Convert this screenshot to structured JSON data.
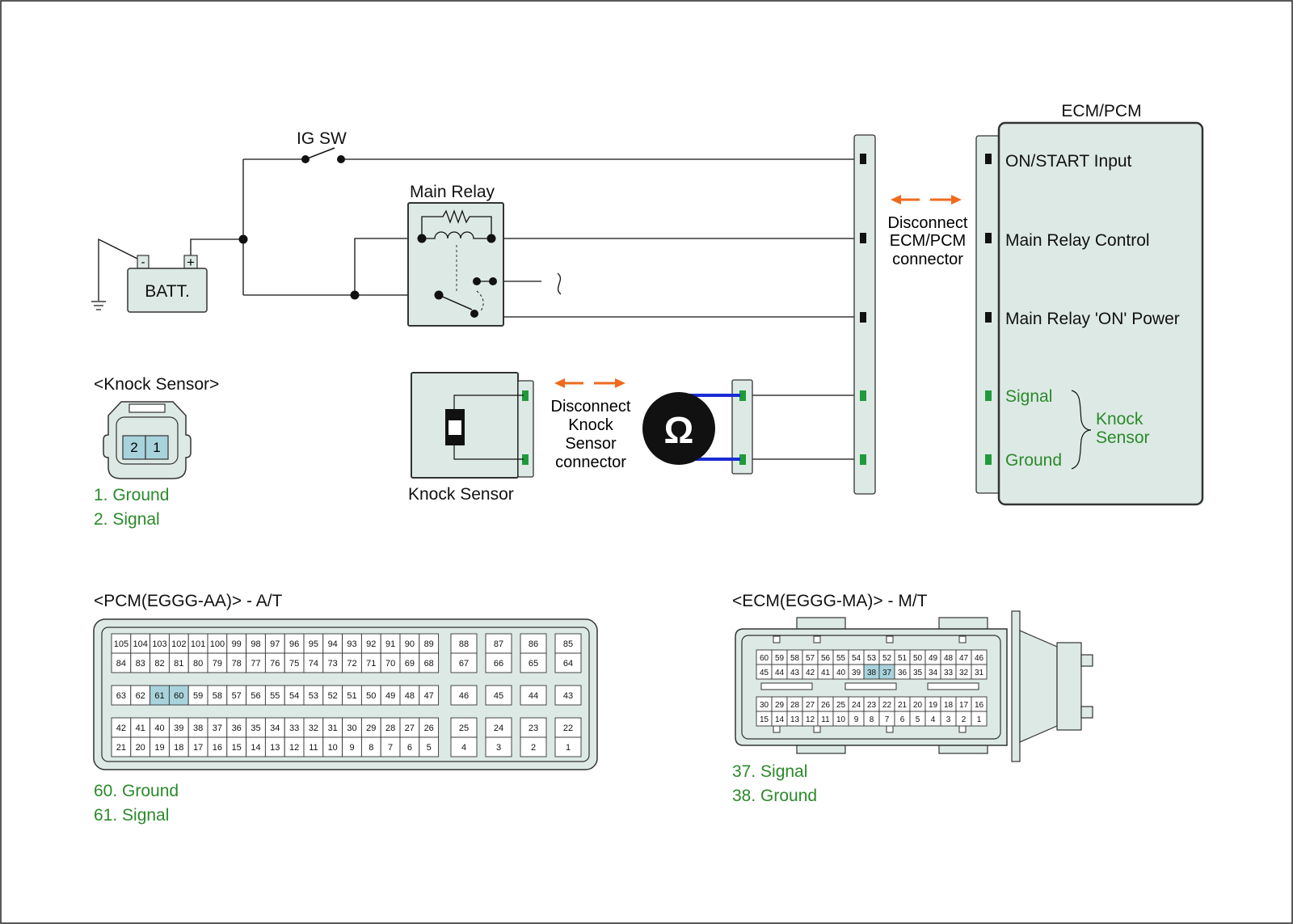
{
  "colors": {
    "panel_fill": "#dde9e5",
    "wire": "#111111",
    "signal_green": "#2a8a2a",
    "arrow_orange": "#ef6a1e",
    "probe_blue": "#1a2bd6",
    "highlight_pin": "#a9d3dc",
    "pin_green": "#1f9a3a"
  },
  "circuit": {
    "ig_sw_label": "IG SW",
    "batt_label": "BATT.",
    "batt_minus": "-",
    "batt_plus": "+",
    "main_relay_label": "Main Relay",
    "knock_sensor_label": "Knock Sensor",
    "ohm_symbol": "Ω",
    "disconnect_ecm": [
      "Disconnect",
      "ECM/PCM",
      "connector"
    ],
    "disconnect_knock": [
      "Disconnect",
      "Knock",
      "Sensor",
      "connector"
    ]
  },
  "ecm": {
    "title": "ECM/PCM",
    "pins": [
      "ON/START Input",
      "Main Relay Control",
      "Main Relay 'ON' Power",
      "Signal",
      "Ground"
    ],
    "group_label": [
      "Knock",
      "Sensor"
    ]
  },
  "knock_connector": {
    "title": "<Knock Sensor>",
    "pin_labels": [
      "2",
      "1"
    ],
    "legend": [
      "1. Ground",
      "2. Signal"
    ]
  },
  "pcm_connector": {
    "title": "<PCM(EGGG-AA)> - A/T",
    "row1_main": [
      "105",
      "104",
      "103",
      "102",
      "101",
      "100",
      "99",
      "98",
      "97",
      "96",
      "95",
      "94",
      "93",
      "92",
      "91",
      "90",
      "89"
    ],
    "row1_side": [
      "88",
      "87",
      "86",
      "85"
    ],
    "row2_main": [
      "84",
      "83",
      "82",
      "81",
      "80",
      "79",
      "78",
      "77",
      "76",
      "75",
      "74",
      "73",
      "72",
      "71",
      "70",
      "69",
      "68"
    ],
    "row2_side": [
      "67",
      "66",
      "65",
      "64"
    ],
    "row3_main": [
      "63",
      "62",
      "61",
      "60",
      "59",
      "58",
      "57",
      "56",
      "55",
      "54",
      "53",
      "52",
      "51",
      "50",
      "49",
      "48",
      "47"
    ],
    "row3_side": [
      "46",
      "45",
      "44",
      "43"
    ],
    "row4_main": [
      "42",
      "41",
      "40",
      "39",
      "38",
      "37",
      "36",
      "35",
      "34",
      "33",
      "32",
      "31",
      "30",
      "29",
      "28",
      "27",
      "26"
    ],
    "row4_side": [
      "25",
      "24",
      "23",
      "22"
    ],
    "row5_main": [
      "21",
      "20",
      "19",
      "18",
      "17",
      "16",
      "15",
      "14",
      "13",
      "12",
      "11",
      "10",
      "9",
      "8",
      "7",
      "6",
      "5"
    ],
    "row5_side": [
      "4",
      "3",
      "2",
      "1"
    ],
    "highlighted": [
      "61",
      "60"
    ],
    "legend": [
      "60. Ground",
      "61. Signal"
    ]
  },
  "ecm_connector": {
    "title": "<ECM(EGGG-MA)> - M/T",
    "row1": [
      "60",
      "59",
      "58",
      "57",
      "56",
      "55",
      "54",
      "53",
      "52",
      "51",
      "50",
      "49",
      "48",
      "47",
      "46"
    ],
    "row2": [
      "45",
      "44",
      "43",
      "42",
      "41",
      "40",
      "39",
      "38",
      "37",
      "36",
      "35",
      "34",
      "33",
      "32",
      "31"
    ],
    "row3": [
      "30",
      "29",
      "28",
      "27",
      "26",
      "25",
      "24",
      "23",
      "22",
      "21",
      "20",
      "19",
      "18",
      "17",
      "16"
    ],
    "row4": [
      "15",
      "14",
      "13",
      "12",
      "11",
      "10",
      "9",
      "8",
      "7",
      "6",
      "5",
      "4",
      "3",
      "2",
      "1"
    ],
    "highlighted": [
      "38",
      "37"
    ],
    "legend": [
      "37. Signal",
      "38. Ground"
    ]
  }
}
